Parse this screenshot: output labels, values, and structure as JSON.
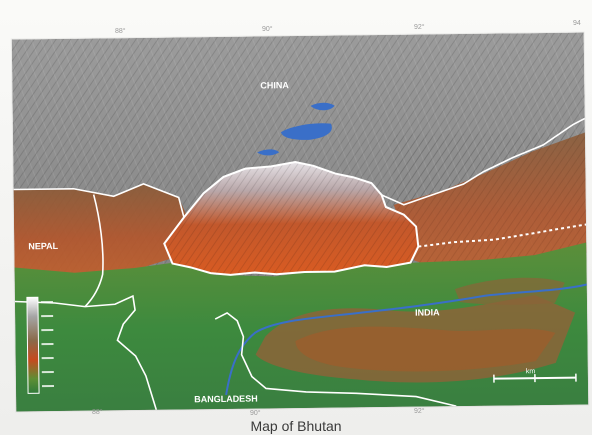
{
  "map": {
    "caption": "Map of Bhutan",
    "countries": {
      "china": "CHINA",
      "nepal": "NEPAL",
      "india": "INDIA",
      "bangladesh": "BANGLADESH"
    },
    "longitude_ticks_top": [
      "88°",
      "90°",
      "92°",
      "94"
    ],
    "longitude_ticks_bottom": [
      "88°",
      "90°",
      "92°"
    ],
    "scale_bar_unit": "km",
    "colors": {
      "highland": "#8f8f8f",
      "bhutan_relief": "#d2552a",
      "lowland": "#3f8a3c",
      "river": "#3a6fc8",
      "border": "#ffffff"
    }
  }
}
